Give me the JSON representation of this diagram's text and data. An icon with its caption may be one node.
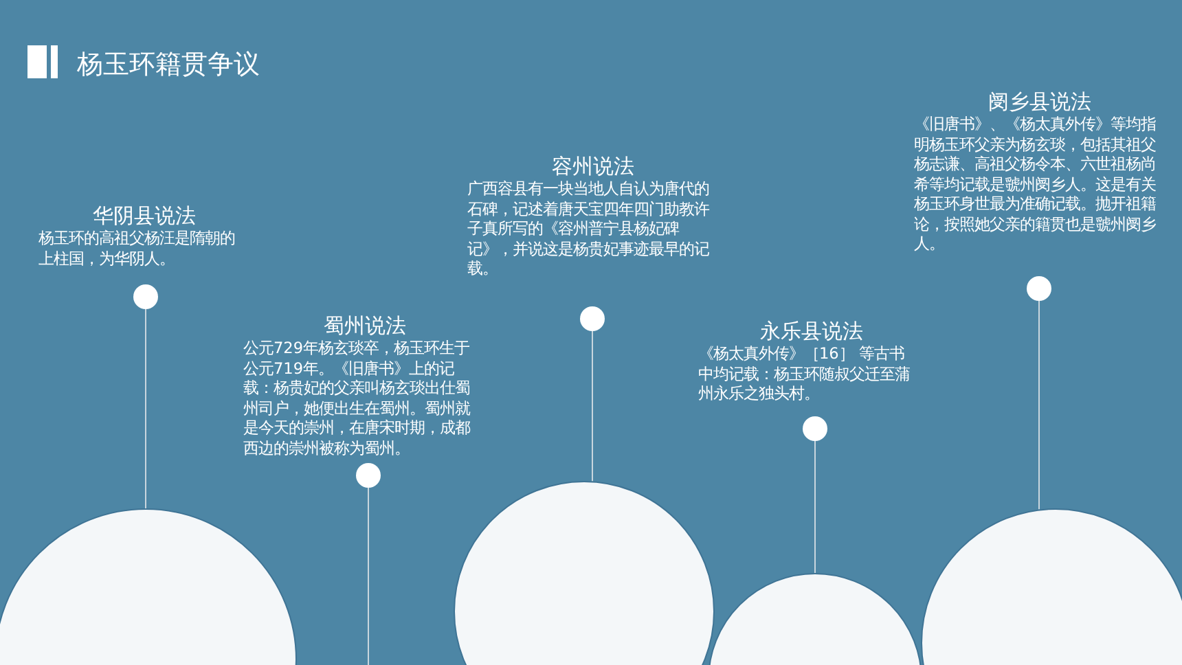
{
  "diagram": {
    "title": "杨玉环籍贯争议",
    "nodes": [
      {
        "text": [],
        "shape": "circle",
        "beside": [
          "华阴县说法",
          "杨玉环的高祖父杨汪是隋朝的上柱国，为华阴人。"
        ]
      },
      {
        "text": [],
        "shape": "circle",
        "beside": [
          "蜀州说法",
          "公元729年杨玄琰卒，杨玉环生于公元719年。《旧唐书》上的记载：杨贵妃的父亲叫杨玄琰出仕蜀州司户，她便出生在蜀州。蜀州就是今天的崇州，在唐宋时期，成都西边的崇州被称为蜀州。"
        ]
      },
      {
        "text": [],
        "shape": "circle",
        "beside": [
          "容州说法",
          "广西容县有一块当地人自认为唐代的石碑，记述着唐天宝四年四门助教许子真所写的《容州普宁县杨妃碑记》，并说这是杨贵妃事迹最早的记载。"
        ]
      },
      {
        "text": [],
        "shape": "circle",
        "beside": [
          "永乐县说法",
          "《杨太真外传》［16］ 等古书中均记载：杨玉环随叔父迁至蒲州永乐之独头村。"
        ]
      },
      {
        "text": [],
        "shape": "circle",
        "beside": [
          "阌乡县说法",
          "《旧唐书》、《杨太真外传》等均指明杨玉环父亲为杨玄琰，包括其祖父杨志谦、高祖父杨令本、六世祖杨尚希等均记载是虢州阌乡人。这是有关杨玉环身世最为准确记载。抛开祖籍论，按照她父亲的籍贯也是虢州阌乡人。"
        ]
      },
      {
        "text": [],
        "shape": "circle"
      },
      {
        "text": [],
        "shape": "circle"
      },
      {
        "text": [],
        "shape": "circle"
      },
      {
        "text": [],
        "shape": "circle"
      }
    ],
    "edges": [
      {
        "from": 0,
        "to": 5,
        "arrow": "none"
      },
      {
        "from": 1,
        "to": null,
        "arrow": "none"
      },
      {
        "from": 2,
        "to": 6,
        "arrow": "none"
      },
      {
        "from": 3,
        "to": 7,
        "arrow": "none"
      },
      {
        "from": 4,
        "to": 8,
        "arrow": "none"
      }
    ]
  }
}
